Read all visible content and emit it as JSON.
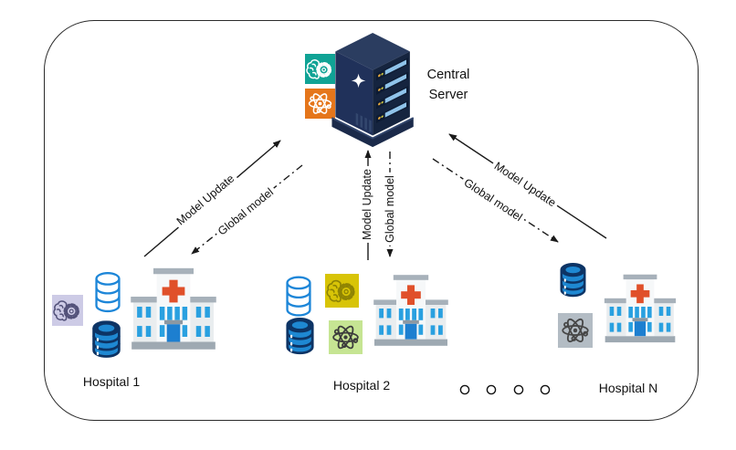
{
  "diagram_type": "federated-learning-architecture",
  "server": {
    "label": "Central Server",
    "icons": [
      {
        "name": "machine-learning-icon",
        "bg": "#10A395",
        "glyph_color": "#FFFFFF"
      },
      {
        "name": "atom-icon",
        "bg": "#E5761B",
        "glyph_color": "#FFFFFF"
      }
    ]
  },
  "hospitals": [
    {
      "label": "Hospital 1",
      "icons": [
        {
          "name": "machine-learning-icon",
          "bg": "#CDCBE6",
          "glyph_color": "#53527A"
        }
      ],
      "databases": [
        {
          "style": "outline-blue"
        },
        {
          "style": "filled-blue"
        }
      ]
    },
    {
      "label": "Hospital 2",
      "icons": [
        {
          "name": "machine-learning-icon",
          "bg": "#D8C407",
          "glyph_color": "#8F8403"
        },
        {
          "name": "atom-icon",
          "bg": "#C6E593",
          "glyph_color": "#3C3C3C"
        }
      ],
      "databases": [
        {
          "style": "outline-blue"
        },
        {
          "style": "filled-blue"
        }
      ]
    },
    {
      "label": "Hospital N",
      "icons": [
        {
          "name": "atom-icon",
          "bg": "#B3BCC4",
          "glyph_color": "#474747"
        }
      ],
      "databases": [
        {
          "style": "filled-blue"
        }
      ]
    }
  ],
  "links": [
    {
      "from": "Hospital 1",
      "to": "Central Server",
      "label": "Model Update",
      "line": "solid",
      "arrow": "to-server"
    },
    {
      "from": "Central Server",
      "to": "Hospital 1",
      "label": "Global model",
      "line": "dash-dot",
      "arrow": "to-hospital"
    },
    {
      "from": "Hospital 2",
      "to": "Central Server",
      "label": "Model Update",
      "line": "solid",
      "arrow": "to-server"
    },
    {
      "from": "Central Server",
      "to": "Hospital 2",
      "label": "Global model",
      "line": "dash-dot",
      "arrow": "to-hospital"
    },
    {
      "from": "Hospital N",
      "to": "Central Server",
      "label": "Model Update",
      "line": "solid",
      "arrow": "to-server"
    },
    {
      "from": "Central Server",
      "to": "Hospital N",
      "label": "Global model",
      "line": "dash-dot",
      "arrow": "to-hospital"
    }
  ],
  "ellipsis": {
    "count": 4,
    "meaning": "more hospitals"
  },
  "colors": {
    "frame_border": "#2B2B2B",
    "arrow": "#1A1A1A",
    "database_outline_blue": "#1D86D8",
    "database_filled_blue": "#1E88D2",
    "database_filled_stroke": "#0D3465",
    "server_body_dark": "#15243F",
    "server_body_mid": "#20315A",
    "server_top": "#2B3D60",
    "server_slot_bar": "#8FC3EA",
    "hospital_cross_red": "#E0502A",
    "hospital_window_blue": "#29A0E0",
    "hospital_door_blue": "#1D7FD0",
    "hospital_wall": "#F6F8F9",
    "hospital_trim_gray": "#A7B1BA"
  }
}
